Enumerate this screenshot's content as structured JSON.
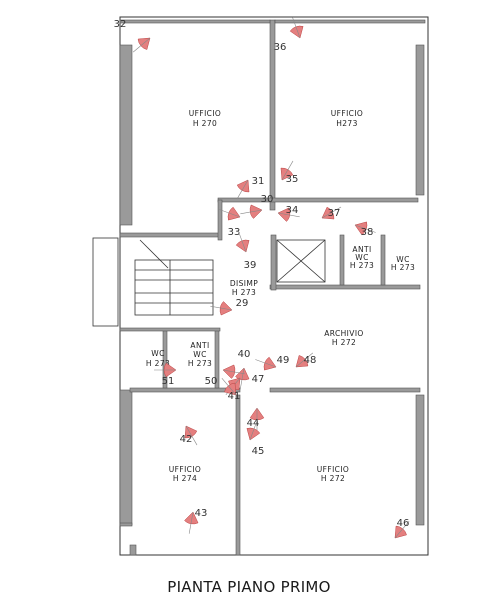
{
  "caption": "PIANTA PIANO PRIMO",
  "rooms": {
    "ufficio_nw": [
      "UFFICIO",
      "H 270"
    ],
    "ufficio_ne": [
      "UFFICIO",
      "H273"
    ],
    "disimp": [
      "DISIMP",
      "H 273"
    ],
    "anti_ne": [
      "ANTI",
      "WC",
      "H 273"
    ],
    "wc_ne": [
      "WC",
      "H 273"
    ],
    "archivio": [
      "ARCHIVIO",
      "H 272"
    ],
    "wc_w": [
      "WC",
      "H 273"
    ],
    "anti_w": [
      "ANTI",
      "WC",
      "H 273"
    ],
    "ufficio_sw": [
      "UFFICIO",
      "H 274"
    ],
    "ufficio_se": [
      "UFFICIO",
      "H 272"
    ]
  },
  "markers": [
    "32",
    "36",
    "31",
    "35",
    "30",
    "34",
    "33",
    "37",
    "38",
    "39",
    "29",
    "40",
    "49",
    "48",
    "51",
    "50",
    "47",
    "41",
    "44",
    "42",
    "45",
    "43",
    "46"
  ],
  "colors": {
    "wall": "#9a9a9a",
    "wall_dark": "#6f6f6f",
    "line": "#333333",
    "marker": "#e47f7f"
  }
}
